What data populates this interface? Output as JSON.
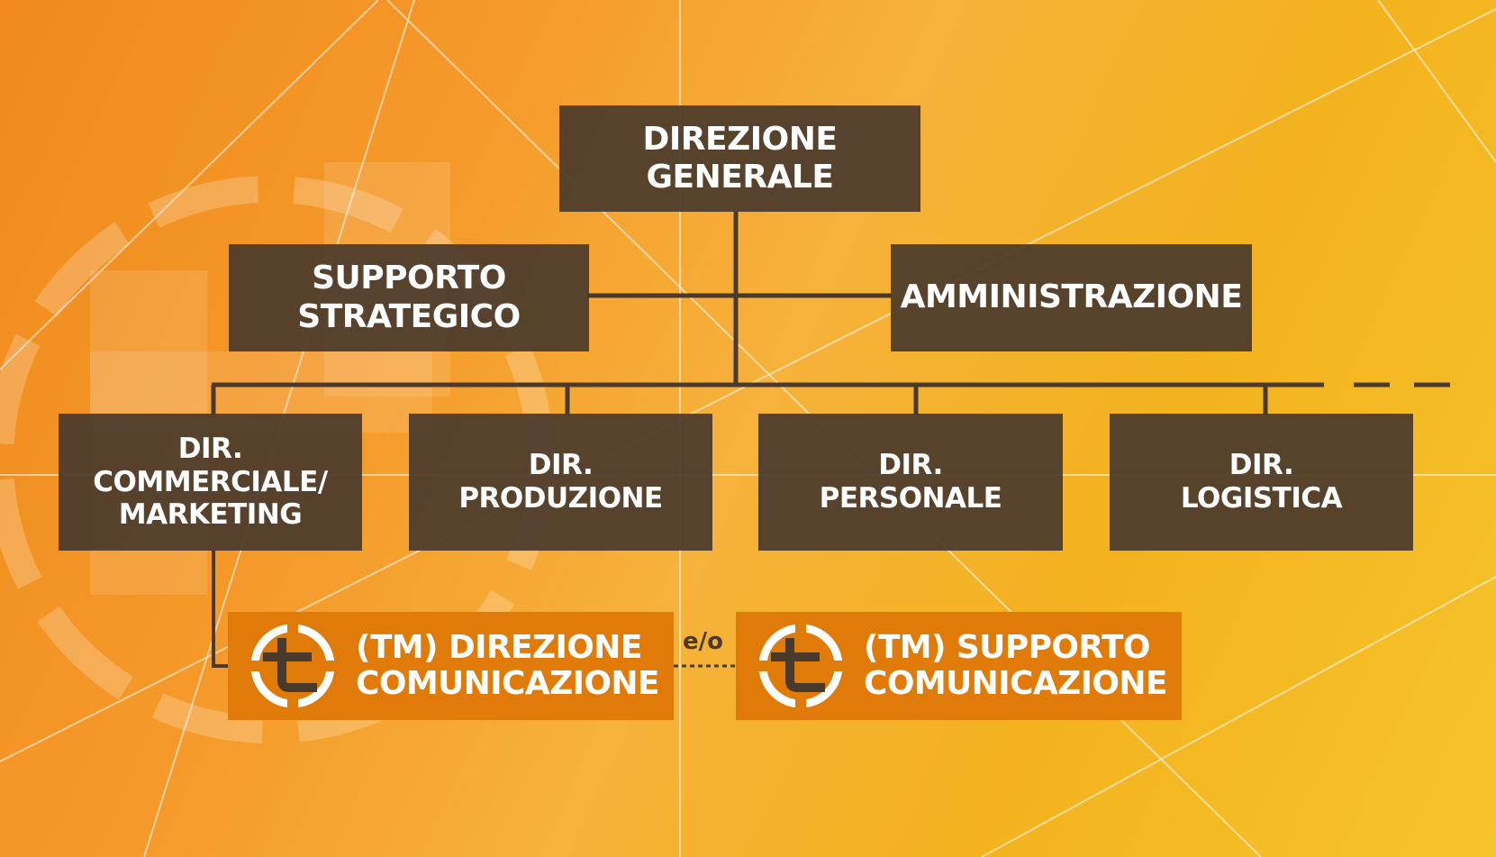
{
  "palette": {
    "box": "#4a3a2c",
    "tm_box": "#e07a08",
    "text": "#ffffff",
    "line": "#4a3a2c"
  },
  "top": {
    "label": "DIREZIONE\nGENERALE"
  },
  "staff": [
    {
      "label": "SUPPORTO\nSTRATEGICO"
    },
    {
      "label": "AMMINISTRAZIONE"
    }
  ],
  "divisions": [
    {
      "label": "DIR.\nCOMMERCIALE/\nMARKETING"
    },
    {
      "label": "DIR.\nPRODUZIONE"
    },
    {
      "label": "DIR.\nPERSONALE"
    },
    {
      "label": "DIR.\nLOGISTICA"
    }
  ],
  "tm": [
    {
      "label": "(TM) DIREZIONE\nCOMUNICAZIONE",
      "icon": "tm-logo-icon"
    },
    {
      "label": "(TM) SUPPORTO\nCOMUNICAZIONE",
      "icon": "tm-logo-icon"
    }
  ],
  "connector_label": "e/o"
}
